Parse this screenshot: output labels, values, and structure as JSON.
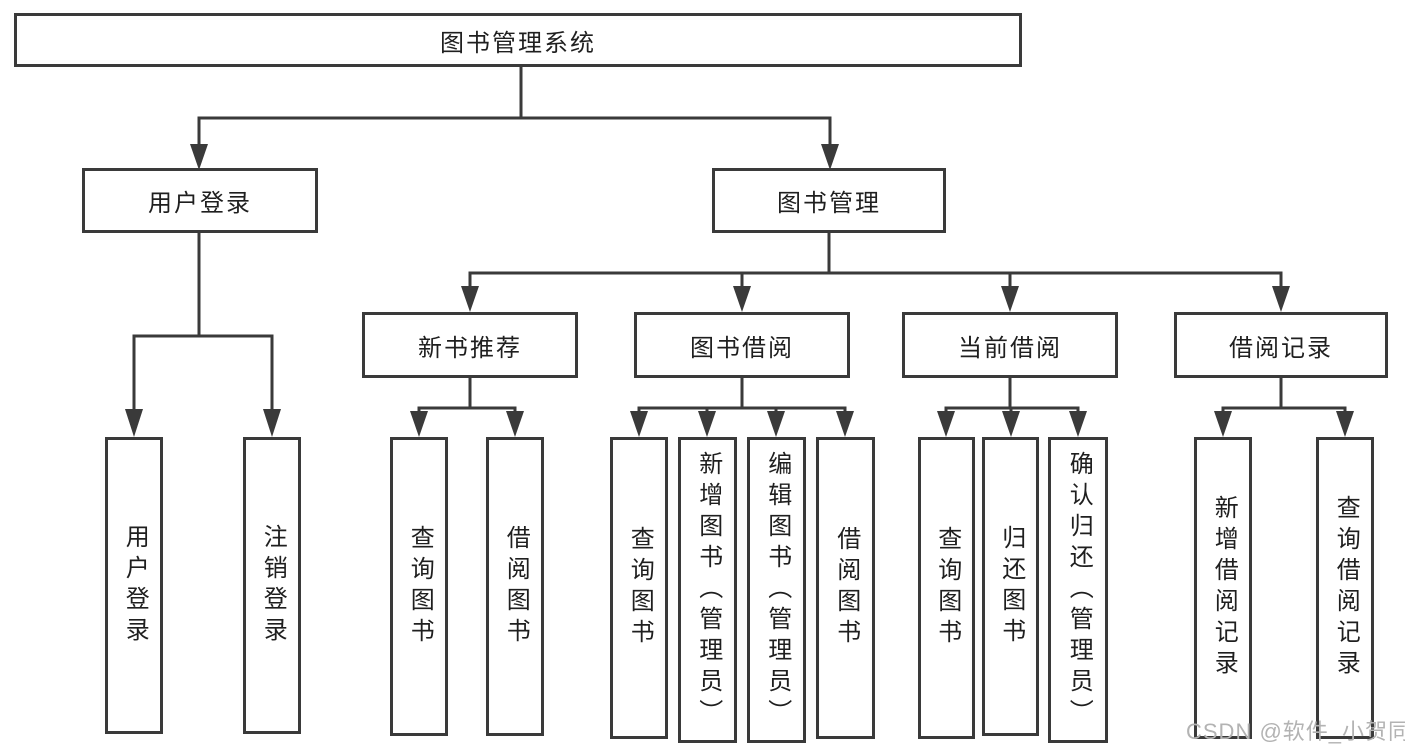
{
  "tree": {
    "label": "图书管理系统",
    "children": [
      {
        "label": "用户登录",
        "children": [
          {
            "label": "用户登录"
          },
          {
            "label": "注销登录"
          }
        ]
      },
      {
        "label": "图书管理",
        "children": [
          {
            "label": "新书推荐",
            "children": [
              {
                "label": "查询图书"
              },
              {
                "label": "借阅图书"
              }
            ]
          },
          {
            "label": "图书借阅",
            "children": [
              {
                "label": "查询图书"
              },
              {
                "label": "新增图书（管理员）"
              },
              {
                "label": "编辑图书（管理员）"
              },
              {
                "label": "借阅图书"
              }
            ]
          },
          {
            "label": "当前借阅",
            "children": [
              {
                "label": "查询图书"
              },
              {
                "label": "归还图书"
              },
              {
                "label": "确认归还（管理员）"
              }
            ]
          },
          {
            "label": "借阅记录",
            "children": [
              {
                "label": "新增借阅记录"
              },
              {
                "label": "查询借阅记录"
              }
            ]
          }
        ]
      }
    ]
  },
  "watermark": "CSDN @软件_小贺同学",
  "colors": {
    "line": "#3a3a3a",
    "text": "#1f1f1f",
    "watermark": "#b3b3b3",
    "background": "#ffffff"
  }
}
